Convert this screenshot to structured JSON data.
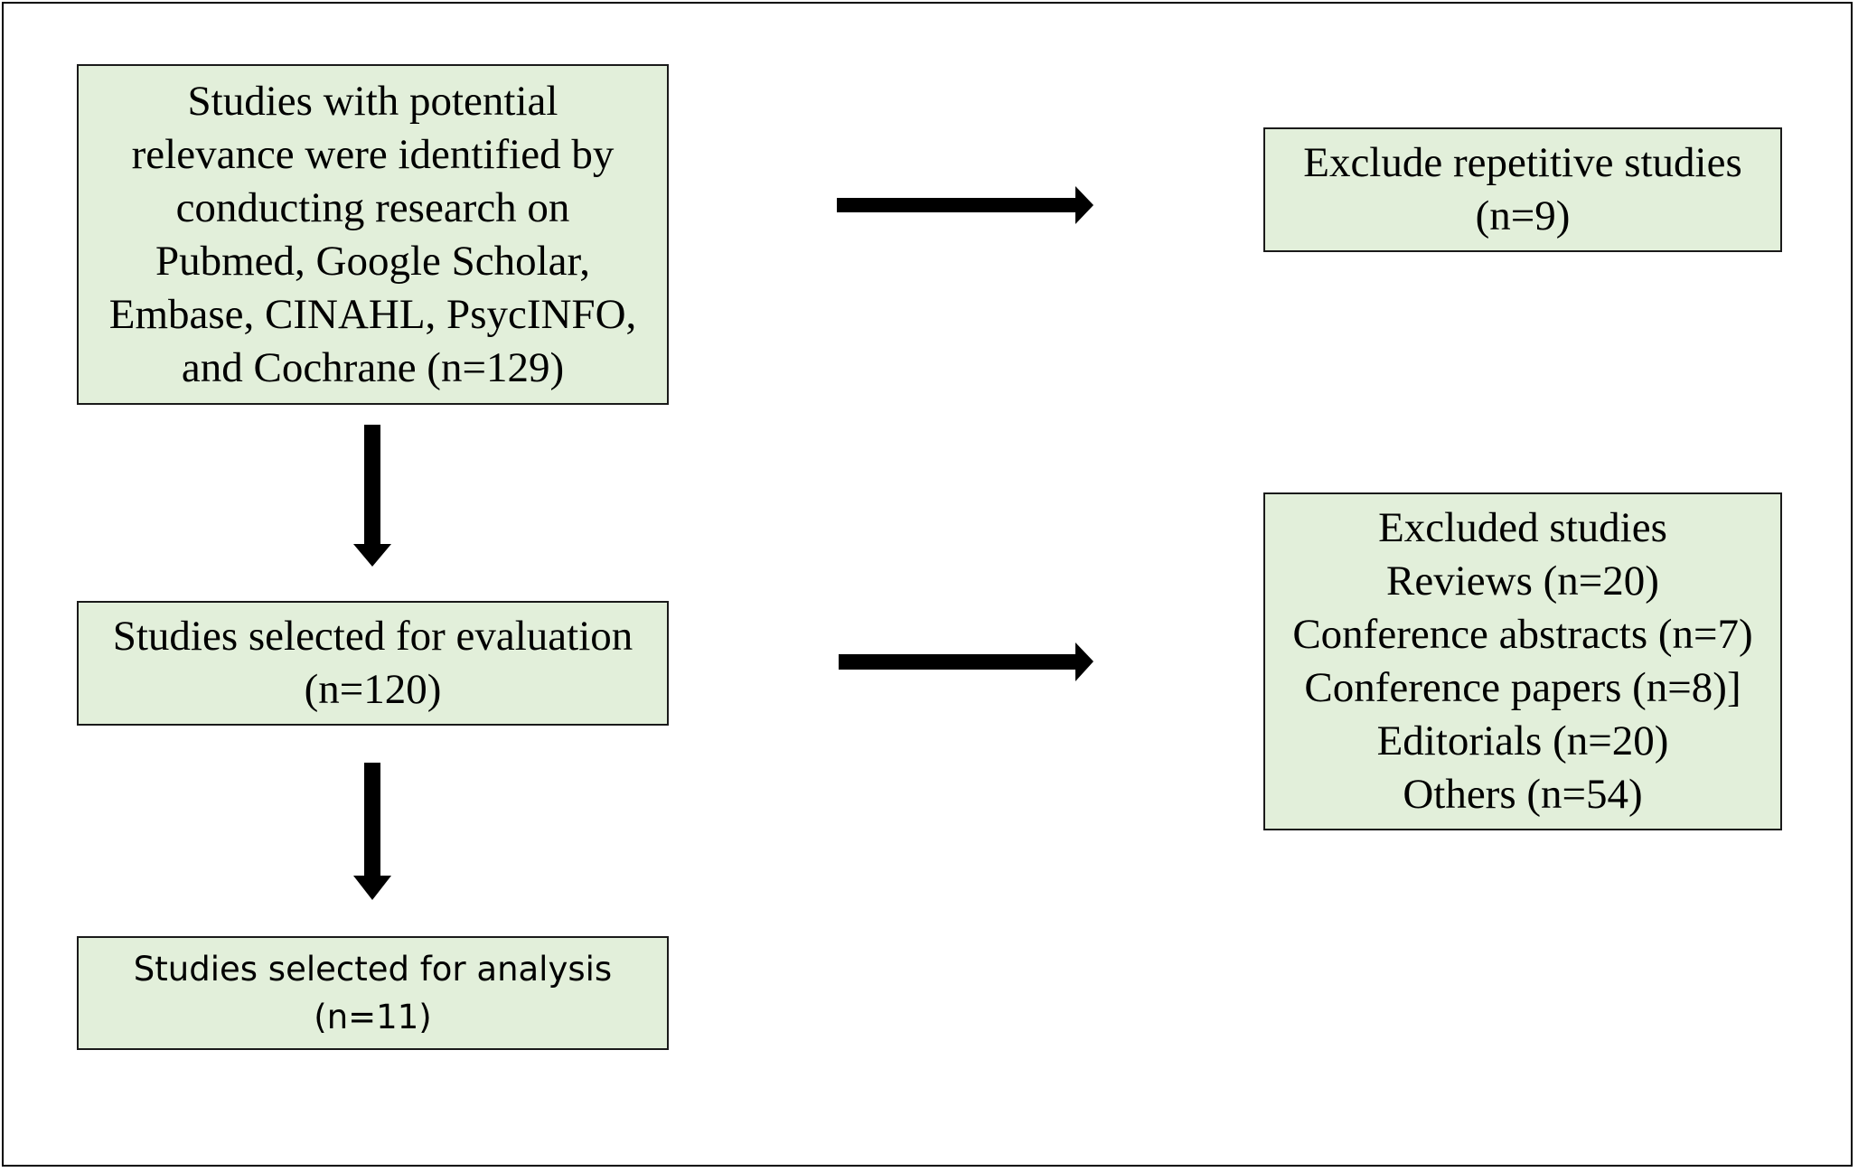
{
  "diagram": {
    "search_box": {
      "lines": [
        "Studies with potential",
        "relevance were identified by",
        "conducting research on",
        "Pubmed, Google Scholar,",
        "Embase, CINAHL, PsycINFO,",
        "and Cochrane (n=129)"
      ]
    },
    "repetitive_box": {
      "lines": [
        "Exclude repetitive studies",
        "(n=9)"
      ]
    },
    "evaluation_box": {
      "lines": [
        "Studies selected for evaluation",
        "(n=120)"
      ]
    },
    "excluded_box": {
      "lines": [
        "Excluded studies",
        "Reviews (n=20)",
        "Conference abstracts (n=7)",
        "Conference papers (n=8)]",
        "Editorials (n=20)",
        "Others (n=54)"
      ]
    },
    "analysis_box": {
      "lines": [
        "Studies selected for analysis",
        "(n=11)"
      ]
    },
    "colors": {
      "box_fill": "#e2efda",
      "box_border": "#1a1a1a",
      "arrow": "#000000"
    }
  }
}
